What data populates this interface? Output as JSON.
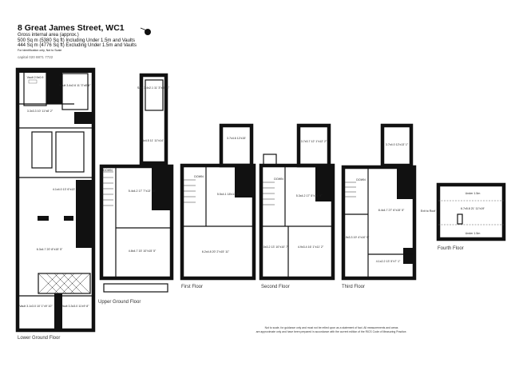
{
  "header": {
    "title": "8 Great James Street, WC1",
    "area_heading": "Gross internal area (approx.)",
    "area_including": "500 Sq m (5380 Sq ft) Including Under 1.5m and Vaults",
    "area_excluding": "444 Sq m (4776 Sq ft) Excluding Under 1.5m and Vaults",
    "note": "For identification only, Not to Scale",
    "brand": "capital 020 8871 7722"
  },
  "floors": {
    "lower_ground": {
      "label": "Lower Ground Floor",
      "rooms": [
        "Vault 2.9x0.9",
        "Vault 3.4x2.6 11' 3\"x8' 6\"",
        "3.3x3.3 10' 11\"x8' 2\"",
        "4.1x4.0 13' 6\"x13'",
        "6.3x4.7 20' 8\"x15' 5\"",
        "Vault 3.1x3.0 10' 1\"x9' 10\"",
        "Vault 3.3x3.0 11'x9' 8\""
      ]
    },
    "upper_ground": {
      "label": "Upper Ground Floor",
      "rooms": [
        "Safe 3.4x2.1 11' 3\"x6' 11\"",
        "3.6x4.5 11' 11\"x14' 9\"",
        "5.4x4.2 17' 7\"x13' 10\"",
        "4.8x4.7 15' 10\"x15' 5\""
      ],
      "down": "DOWN"
    },
    "first": {
      "label": "First Floor",
      "rooms": [
        "3.7x4.6 12'x15'",
        "5.5x4.1 18'x13' 6\"",
        "6.2x4.8 20' 2\"x15' 11\""
      ],
      "down": "DOWN"
    },
    "second": {
      "label": "Second Floor",
      "rooms": [
        "3.7x3.7 12' 1\"x12' 2\"",
        "5.3x4.2 17' 5\"x13' 9\"",
        "4.0x3.2 13' 10\"x10' 7\"",
        "4.9x3.4 16' 1\"x11' 2\""
      ],
      "down": "DOWN"
    },
    "third": {
      "label": "Third Floor",
      "rooms": [
        "3.7x4.0 12'x13' 1\"",
        "8.4x4.7 27' 6\"x15' 5\"",
        "5.9x3.3 19' 4\"x10' 9\"",
        "4.1x2.2 13' 5\"x7' 1\""
      ],
      "down": "DOWN"
    },
    "fourth": {
      "label": "Fourth Floor",
      "rooms": [
        "6.7x5.8 21' 11\"x19'"
      ],
      "under_top": "Under 1.5m",
      "under_bottom": "Under 1.5m",
      "exit": "Exit to Roof"
    }
  },
  "disclaimer": {
    "line1": "Not to scale, for guidance only and must not be relied upon as a statement of fact.  All measurements and areas",
    "line2": "are approximate only and have been prepared in accordance with the current edition of the RICS Code of Measuring Practice."
  }
}
